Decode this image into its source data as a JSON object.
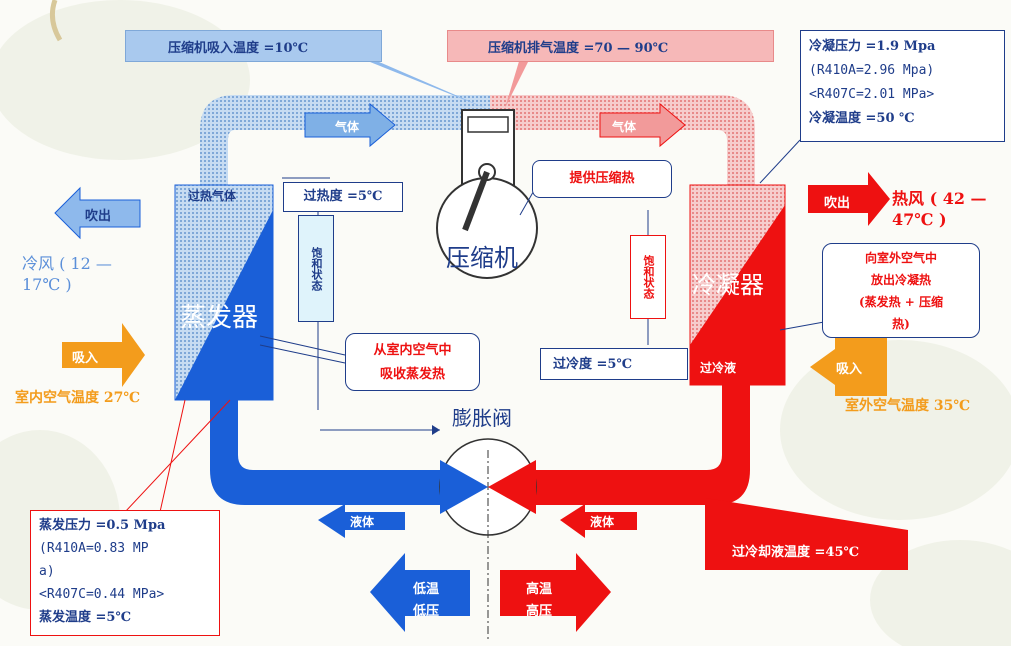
{
  "top": {
    "suction_temp": "压缩机吸入温度 =10℃",
    "discharge_temp": "压缩机排气温度 =70 — 90℃"
  },
  "condensing_info": {
    "line1": "冷凝压力 =1.9 Mpa",
    "line2": "(R410A=2.96 Mpa)",
    "line3": "<R407C=2.01 MPa>",
    "line4": "冷凝温度 =50 ℃"
  },
  "left": {
    "blow_out": "吹出",
    "cold_air_1": "冷风 ( 12 —",
    "cold_air_2": "17℃ )",
    "suction_in": "吸入",
    "indoor_temp": "室内空气温度 27℃"
  },
  "right": {
    "blow_out": "吹出",
    "hot_air_1": "热风 ( 42 —",
    "hot_air_2": "47℃ )",
    "suction_in": "吸入",
    "outdoor_temp": "室外空气温度 35℃"
  },
  "evaporator": {
    "name": "蒸发器",
    "superheat_gas": "过热气体",
    "superheat": "过热度 =5℃",
    "saturated": "饱和状态"
  },
  "condenser": {
    "name": "冷凝器",
    "subcooled_liquid": "过冷液",
    "subcooling": "过冷度 =5℃",
    "saturated": "饱和状态"
  },
  "compressor": {
    "name": "压缩机",
    "heat_note": "提供压缩热"
  },
  "gas_left": "气体",
  "gas_right": "气体",
  "absorb_note_1": "从室内空气中",
  "absorb_note_2": "吸收蒸发热",
  "release_note_1": "向室外空气中",
  "release_note_2": "放出冷凝热",
  "release_note_3": "(蒸发热 + 压缩",
  "release_note_4": "热)",
  "expansion_valve": "膨胀阀",
  "liquid_left": "液体",
  "liquid_right": "液体",
  "subcool_liquid_temp": "过冷却液温度 =45℃",
  "evaporating_info": {
    "line1": "蒸发压力 =0.5 Mpa",
    "line2": "(R410A=0.83 MP",
    "line3": "a)",
    "line4": "<R407C=0.44 MPa>",
    "line5": "蒸发温度 =5℃"
  },
  "bottom": {
    "low_temp": "低温",
    "low_press": "低压",
    "high_temp": "高温",
    "high_press": "高压"
  },
  "colors": {
    "blue": "#1a5fd8",
    "red": "#ee1111",
    "pipe_blue_light": "#9fc5ea",
    "pipe_red_light": "#f4a6a6",
    "orange": "#f39c1c",
    "navy": "#1f3d8a"
  }
}
